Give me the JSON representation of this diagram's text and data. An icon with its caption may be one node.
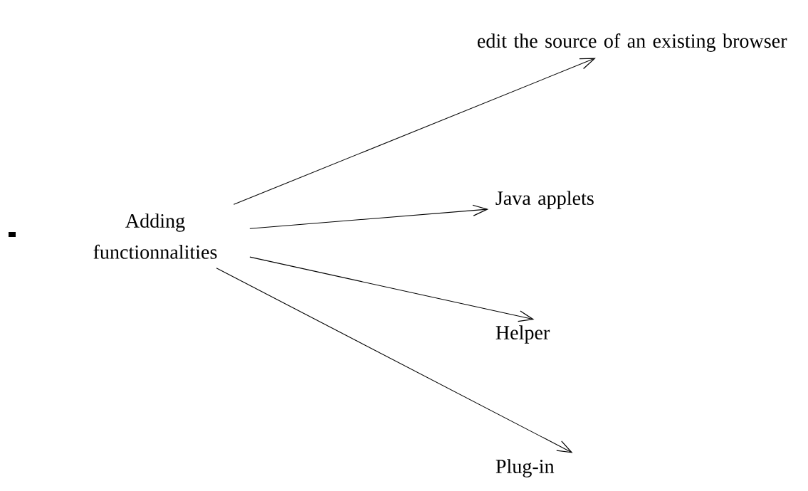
{
  "diagram": {
    "nodes": [
      {
        "text": [
          "Adding functionnalities"
        ]
      },
      {
        "text": [
          "edit the source of an existing browser"
        ]
      },
      {
        "text": [
          "Java applets"
        ]
      },
      {
        "text": [
          "Helper"
        ]
      },
      {
        "text": [
          "Plug-in"
        ]
      }
    ],
    "edges": [
      {
        "from": 0,
        "to": 1,
        "arrow": "to"
      },
      {
        "from": 0,
        "to": 2,
        "arrow": "to"
      },
      {
        "from": 0,
        "to": 3,
        "arrow": "to"
      },
      {
        "from": 0,
        "to": 4,
        "arrow": "to"
      }
    ]
  }
}
